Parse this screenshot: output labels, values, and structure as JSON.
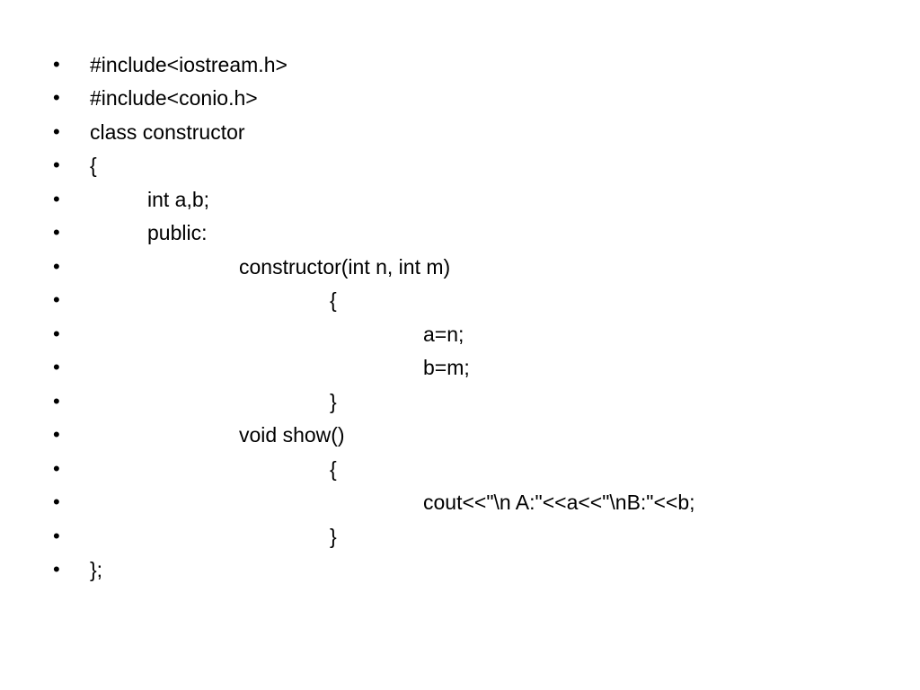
{
  "bullet_glyph": "•",
  "lines": [
    {
      "text": "#include<iostream.h>"
    },
    {
      "text": "#include<conio.h>"
    },
    {
      "text": "class constructor"
    },
    {
      "text": "{"
    },
    {
      "text": "int a,b;"
    },
    {
      "text": "public:"
    },
    {
      "text": "constructor(int n, int m)"
    },
    {
      "text": "{"
    },
    {
      "text": "a=n;"
    },
    {
      "text": "b=m;"
    },
    {
      "text": "}"
    },
    {
      "text": "void show()"
    },
    {
      "text": "{"
    },
    {
      "text": "cout<<\"\\n A:\"<<a<<\"\\nB:\"<<b;"
    },
    {
      "text": "}"
    },
    {
      "text": "};"
    }
  ]
}
